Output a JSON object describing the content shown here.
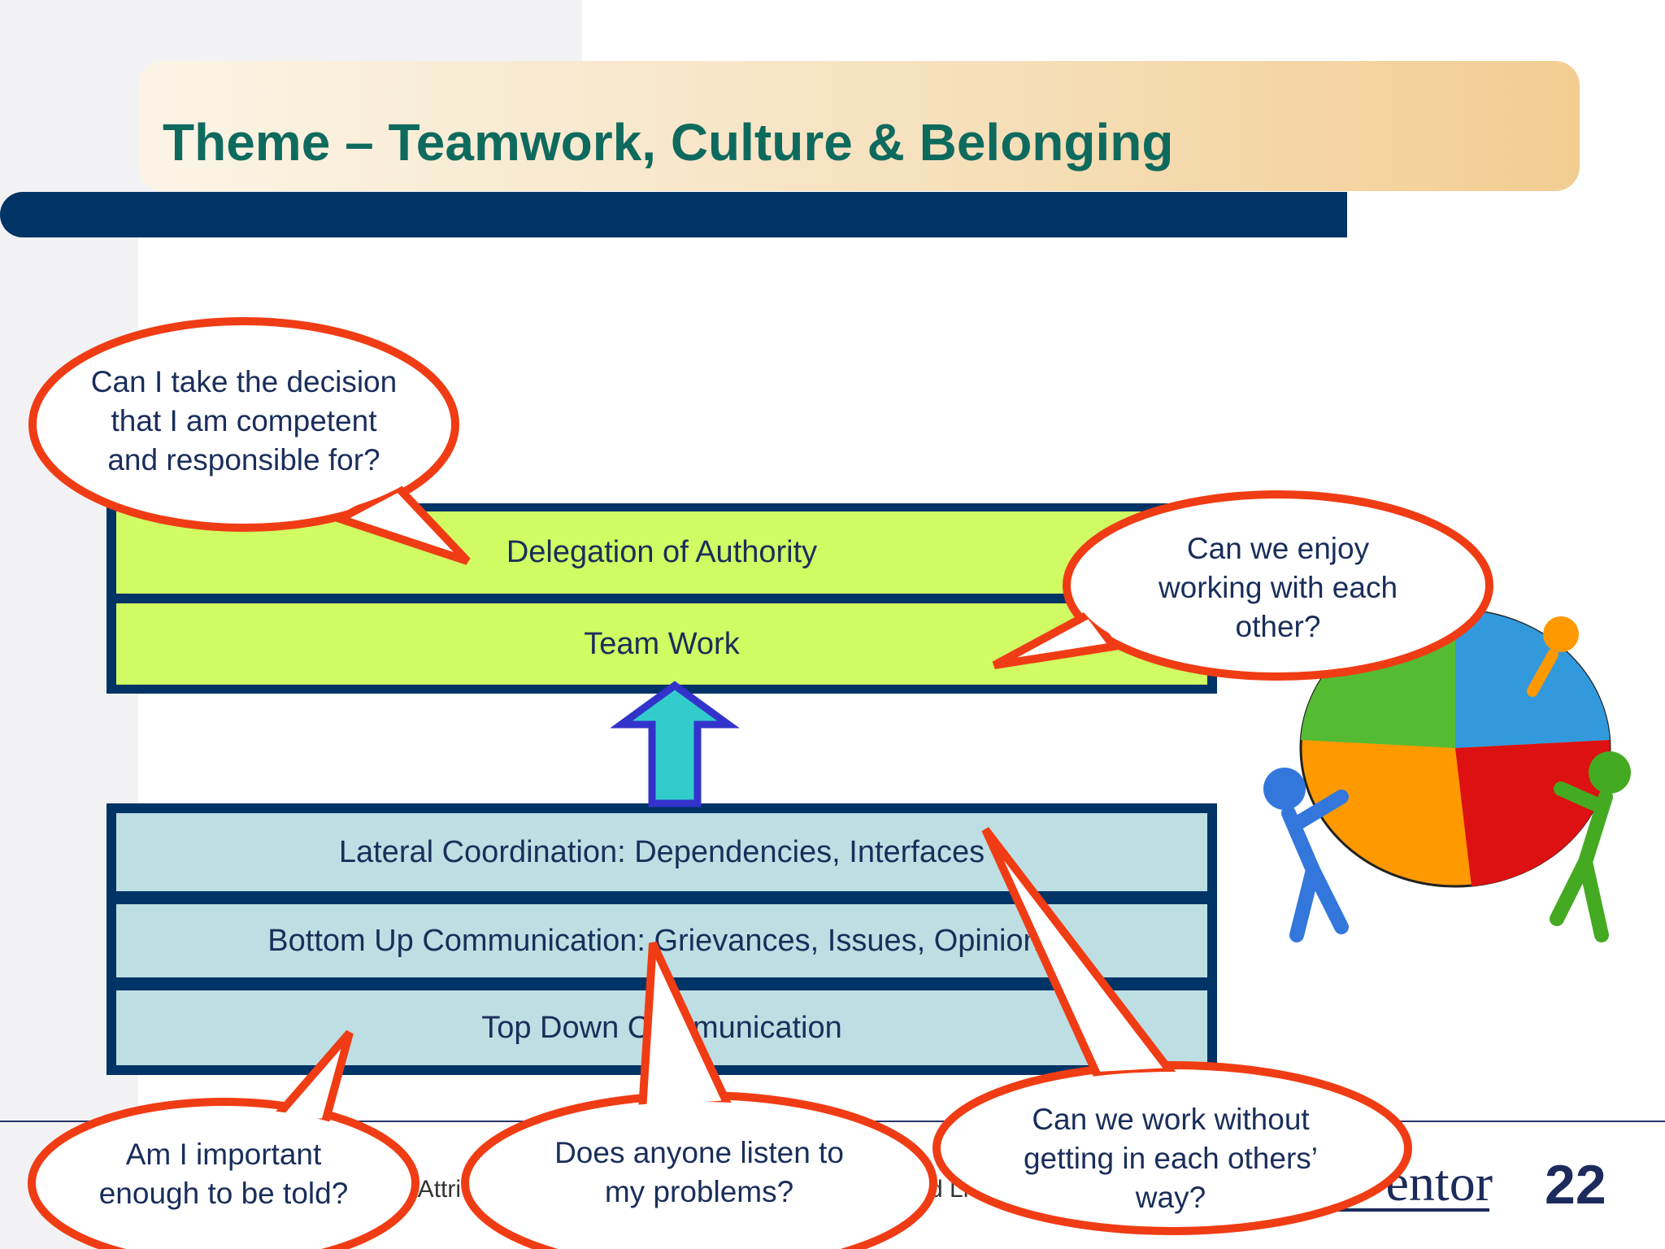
{
  "slide": {
    "title": "Theme – Teamwork, Culture & Belonging",
    "page_number": "22"
  },
  "upper_stack": {
    "bands": [
      {
        "label": "Delegation of Authority"
      },
      {
        "label": "Team Work"
      }
    ]
  },
  "lower_stack": {
    "bands": [
      {
        "label": "Lateral Coordination: Dependencies, Interfaces"
      },
      {
        "label": "Bottom Up Communication: Grievances, Issues, Opinions"
      },
      {
        "label": "Top Down Communication"
      }
    ]
  },
  "callouts": {
    "decision": "Can I take the decision that I am competent and responsible for?",
    "enjoy": "Can we enjoy working with each other?",
    "important": "Am I important enough to be told?",
    "listen": "Does anyone listen to my problems?",
    "work_without": "Can we work without getting in each others’ way?"
  },
  "footer": {
    "copyright_fragment_left": "s Attri",
    "copyright_fragment_right": "ted Lic",
    "logo_fragment": "entor"
  },
  "colors": {
    "title_text": "#0f6a5e",
    "navy": "#003366",
    "green_band": "#d0fb63",
    "blue_band": "#bddfe3",
    "callout_border": "#f03c14",
    "arrow_fill": "#33cccc",
    "arrow_border": "#3333cc"
  },
  "icons": [
    "up-arrow-icon",
    "puzzle-team-illustration"
  ]
}
